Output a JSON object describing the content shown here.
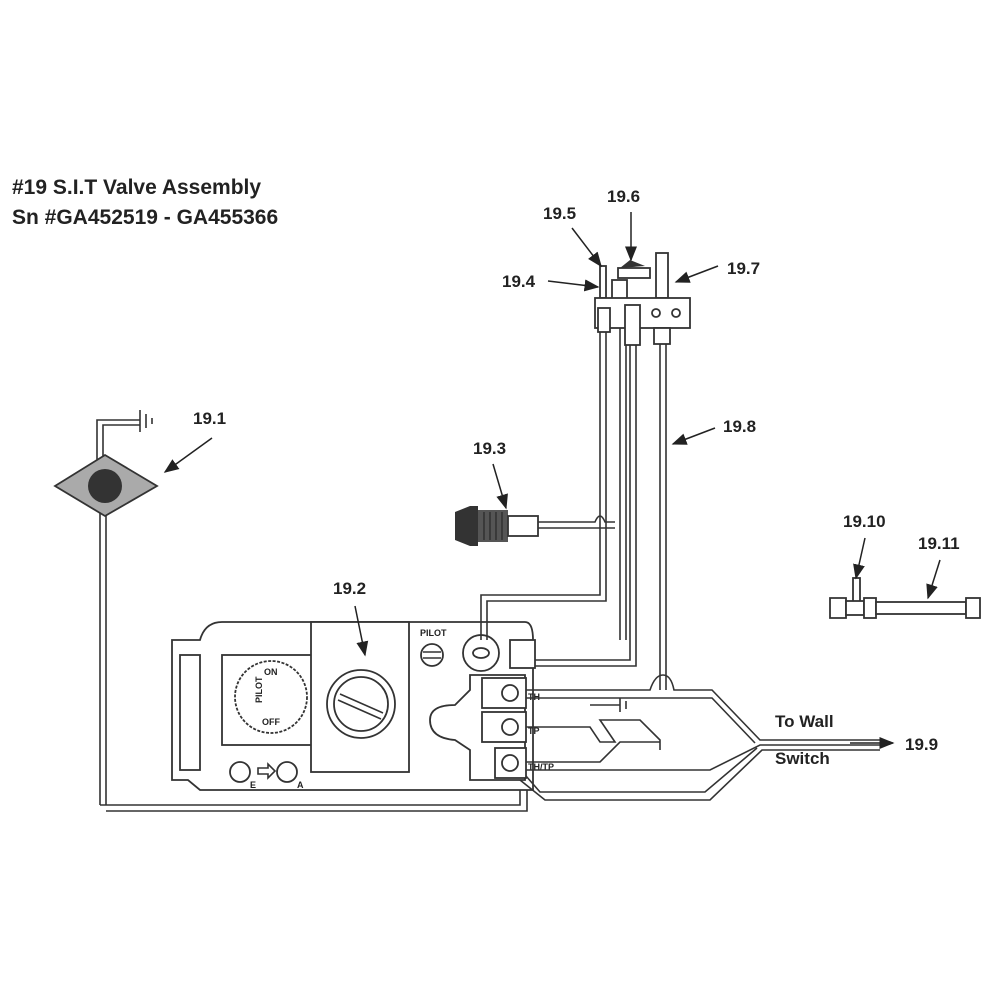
{
  "title": {
    "line1": "#19 S.I.T Valve Assembly",
    "line2": "Sn #GA452519 - GA455366"
  },
  "callouts": {
    "c19_1": "19.1",
    "c19_2": "19.2",
    "c19_3": "19.3",
    "c19_4": "19.4",
    "c19_5": "19.5",
    "c19_6": "19.6",
    "c19_7": "19.7",
    "c19_8": "19.8",
    "c19_9": "19.9",
    "c19_10": "19.10",
    "c19_11": "19.11"
  },
  "wall_switch": {
    "line1": "To Wall",
    "line2": "Switch"
  },
  "valve_labels": {
    "pilot": "PILOT",
    "dial_on": "ON",
    "dial_pilot": "PILOT",
    "dial_off": "OFF",
    "e": "E",
    "a": "A",
    "th": "TH",
    "tp": "TP",
    "thtp": "TH/TP"
  },
  "colors": {
    "ink": "#222222",
    "igniter_gray": "#aaaaaa",
    "button": "#333333"
  }
}
